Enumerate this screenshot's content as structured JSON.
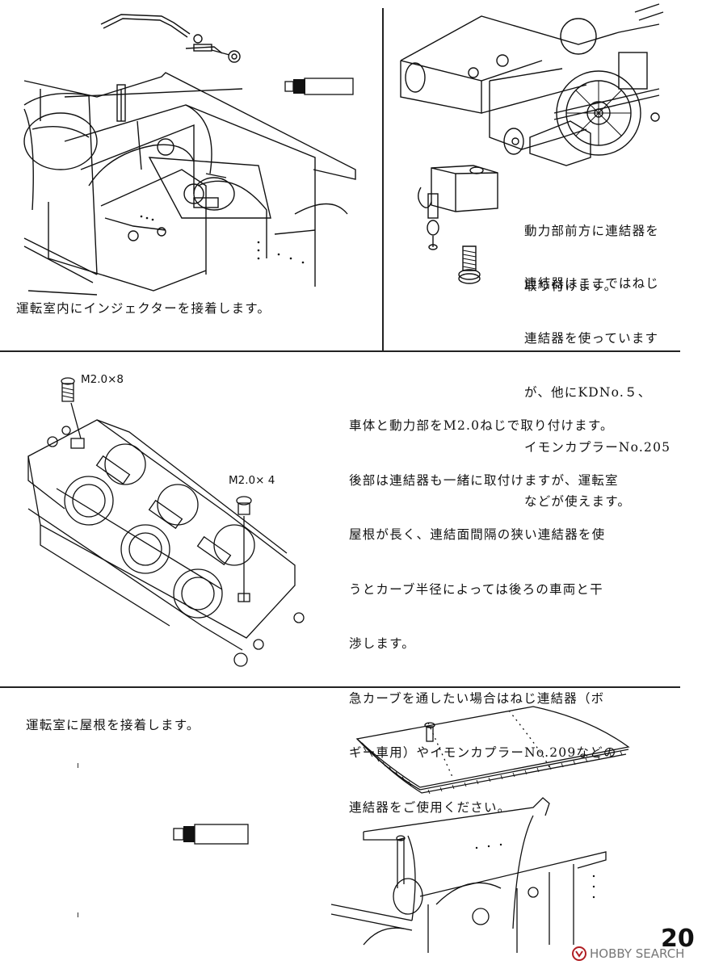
{
  "sections": {
    "injector": {
      "caption": "運転室内にインジェクターを接着します。"
    },
    "coupler": {
      "paragraphs": [
        [
          "動力部前方に連結器を",
          "取り付けます。"
        ],
        [
          "連結器はここではねじ",
          "連結器を使っています",
          "が、他にKDNo.５、",
          "イモンカプラーNo.205",
          "などが使えます。"
        ]
      ]
    },
    "chassis": {
      "screw_labels": [
        "M2.0×8",
        "M2.0× 4"
      ],
      "paragraph": [
        "車体と動力部をM2.0ねじで取り付けます。",
        "後部は連結器も一緒に取付けますが、運転室",
        "屋根が長く、連結面間隔の狭い連結器を使",
        "うとカーブ半径によっては後ろの車両と干",
        "渉します。",
        "急カーブを通したい場合はねじ連結器（ボ",
        "ギー車用）やイモンカプラーNo.209などの",
        "連結器をご使用ください。"
      ]
    },
    "roof": {
      "caption": "運転室に屋根を接着します。"
    }
  },
  "footer": {
    "page_number": "20",
    "watermark": "HOBBY SEARCH"
  },
  "colors": {
    "ink": "#111111",
    "rule": "#222222",
    "watermark": "#777777",
    "logo_red": "#b01e23"
  },
  "icons": [
    "glue-tube-icon",
    "screw-icon",
    "hobbysearch-logo-icon"
  ]
}
